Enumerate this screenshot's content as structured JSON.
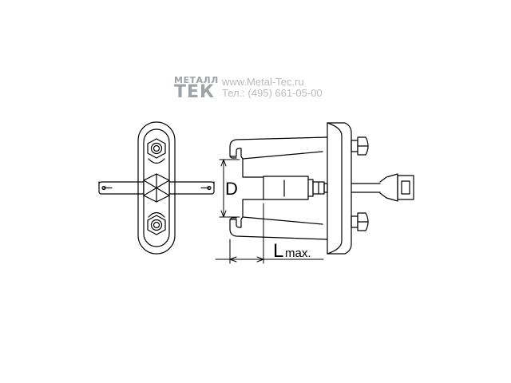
{
  "watermark": {
    "logo_top": "МЕТАЛЛ",
    "logo_main": "ТЕК",
    "url": "www.Metal-Tec.ru",
    "phone": "Тел.: (495) 661-05-00"
  },
  "dimensions": {
    "d_label": "D",
    "l_main": "L",
    "l_sub": "max."
  }
}
